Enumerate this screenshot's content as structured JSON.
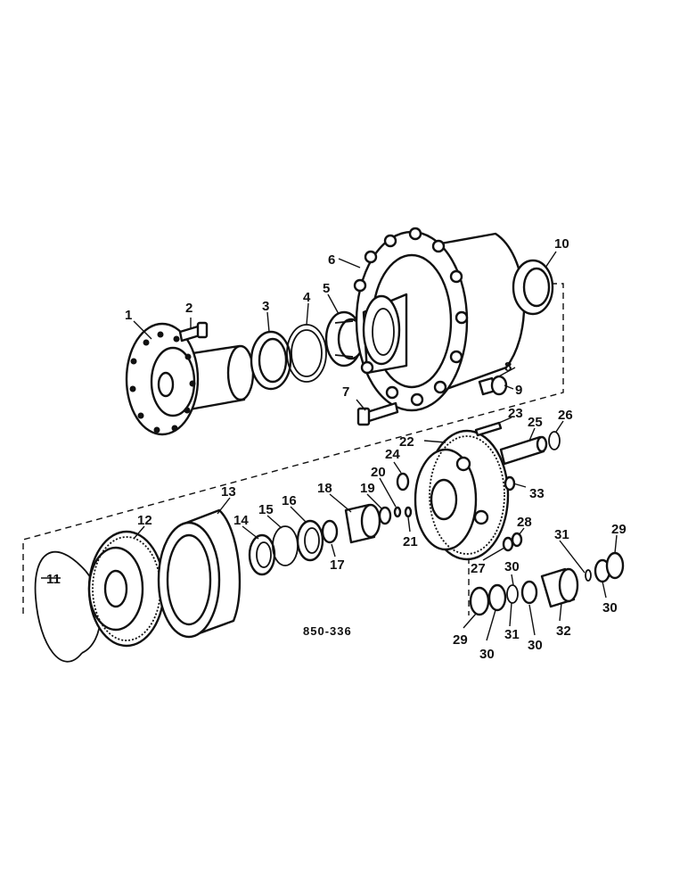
{
  "diagram": {
    "reference_code": "850-336",
    "callouts": [
      "1",
      "2",
      "3",
      "4",
      "5",
      "6",
      "7",
      "8",
      "9",
      "10",
      "11",
      "12",
      "13",
      "14",
      "15",
      "16",
      "17",
      "18",
      "19",
      "20",
      "21",
      "22",
      "23",
      "24",
      "25",
      "26",
      "27",
      "28",
      "29",
      "30",
      "31",
      "32",
      "33"
    ]
  }
}
